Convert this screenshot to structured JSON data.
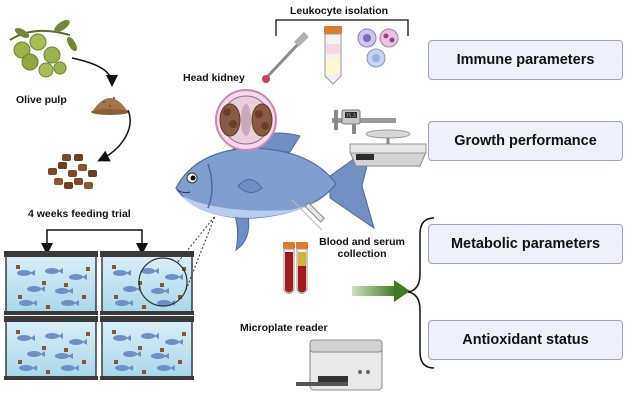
{
  "labels": {
    "olive_pulp": "Olive pulp",
    "feeding_trial": "4 weeks feeding trial",
    "head_kidney": "Head kidney",
    "leukocyte_isolation": "Leukocyte isolation",
    "blood_serum_line1": "Blood and serum",
    "blood_serum_line2": "collection",
    "microplate_reader": "Microplate reader"
  },
  "parameters": [
    "Immune parameters",
    "Growth performance",
    "Metabolic parameters",
    "Antioxidant status"
  ],
  "scale_display": "75.5",
  "colors": {
    "fish_body": "#7f9fd0",
    "fish_belly": "#b9cdec",
    "olive": "#9bb34d",
    "pellet": "#7a4a2a",
    "pulp": "#a2764c",
    "tank_water": "#bfe3f1",
    "tank_frame": "#3a3a3a",
    "arrow_green": "#4a7a2a",
    "box_fill": "#eef1f9",
    "box_border": "#9aa3c9",
    "blood": "#a31a1a",
    "serum": "#d6b23a",
    "tube_cap": "#e07a2a"
  }
}
